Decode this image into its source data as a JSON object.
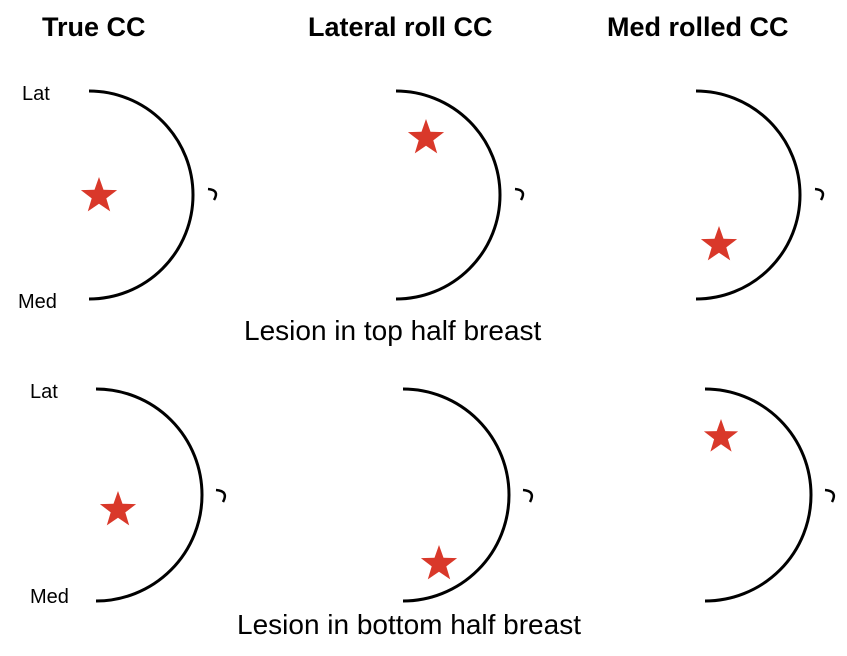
{
  "columns": [
    {
      "title": "True CC"
    },
    {
      "title": "Lateral roll CC"
    },
    {
      "title": "Med rolled CC"
    }
  ],
  "rows": [
    {
      "lat_label": "Lat",
      "med_label": "Med",
      "caption": "Lesion in top half breast"
    },
    {
      "lat_label": "Lat",
      "med_label": "Med",
      "caption": "Lesion in bottom half breast"
    }
  ],
  "colors": {
    "outline": "#000000",
    "lesion": "#d9382a",
    "background": "#ffffff"
  },
  "icons": {
    "lesion": "star-icon",
    "nipple": "nipple-icon"
  }
}
